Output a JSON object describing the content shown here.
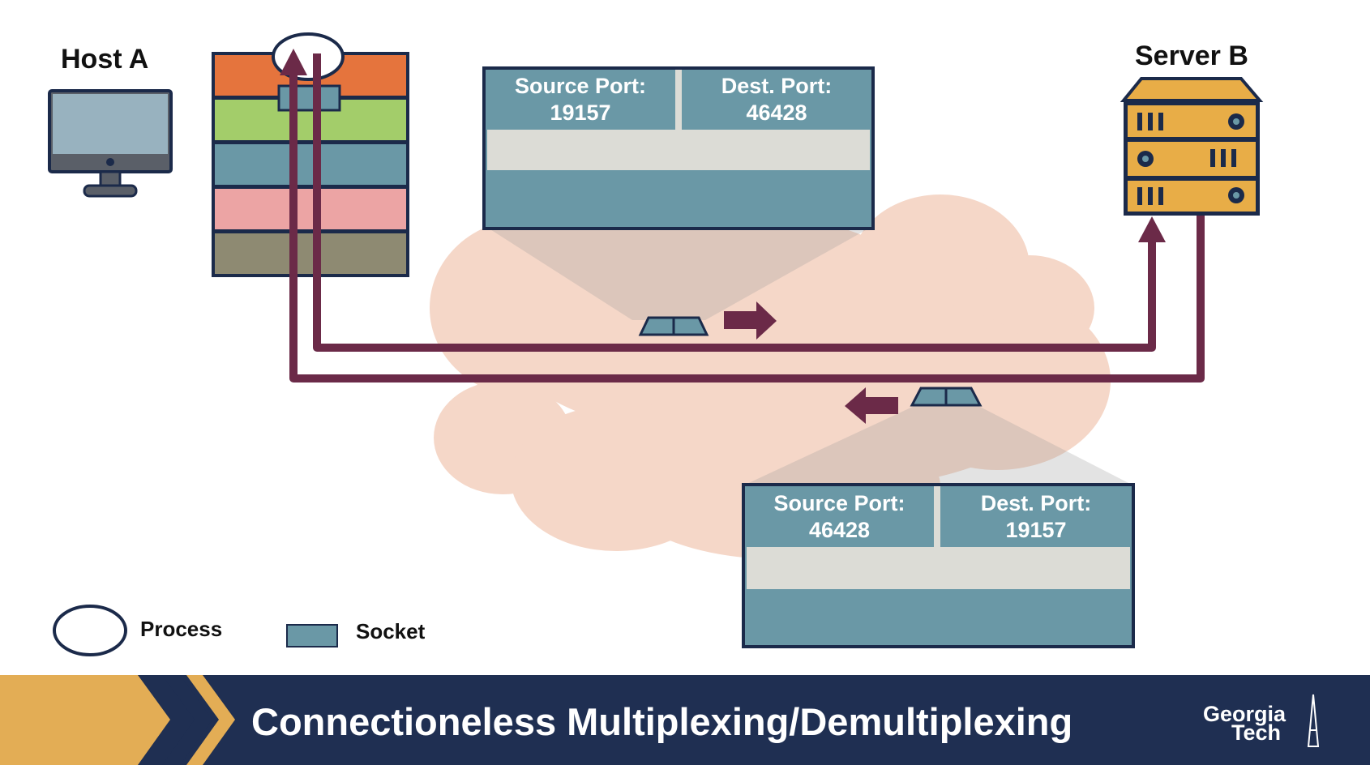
{
  "host_a": {
    "label": "Host A"
  },
  "server_b": {
    "label": "Server B"
  },
  "outgoing_segment": {
    "source_port_label": "Source Port:",
    "source_port_value": "19157",
    "dest_port_label": "Dest. Port:",
    "dest_port_value": "46428"
  },
  "incoming_segment": {
    "source_port_label": "Source Port:",
    "source_port_value": "46428",
    "dest_port_label": "Dest. Port:",
    "dest_port_value": "19157"
  },
  "legend": {
    "process_label": "Process",
    "socket_label": "Socket"
  },
  "banner": {
    "title": "Connectioneless Multiplexing/Demultiplexing",
    "logo_line1": "Georgia",
    "logo_line2": "Tech"
  },
  "colors": {
    "layer_application": "#e5743d",
    "layer_transport": "#a3cd6a",
    "layer_network": "#6a98a6",
    "layer_link": "#eca4a4",
    "layer_physical": "#8e8a72",
    "path": "#6b2a48",
    "cloud": "#f5d7c8",
    "segment_header": "#6a98a6",
    "segment_body": "#dcdcd6",
    "outline": "#1b2a4a",
    "server": "#e8ad47",
    "banner": "#1f2f52",
    "accent_gold": "#e3ad55"
  }
}
